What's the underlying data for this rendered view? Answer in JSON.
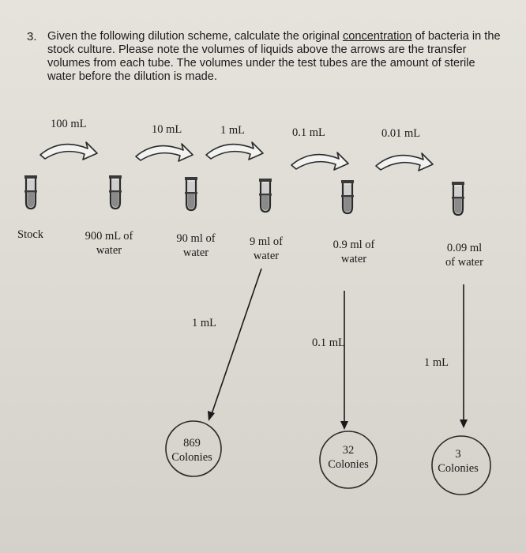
{
  "question": {
    "number": "3.",
    "text_before": "Given the following dilution scheme, calculate the original ",
    "underlined": "concentration",
    "text_after": " of bacteria in the stock culture. Please note the volumes of liquids above the arrows are the transfer volumes from each tube. The volumes under the test tubes are the amount of sterile water before the dilution is made."
  },
  "transfers": [
    "100 mL",
    "10 mL",
    "1 mL",
    "0.1 mL",
    "0.01 mL"
  ],
  "tubes": {
    "stock": "Stock",
    "t1": [
      "900 mL of",
      "water"
    ],
    "t2": [
      "90 ml of",
      "water"
    ],
    "t3": [
      "9 ml of",
      "water"
    ],
    "t4": [
      "0.9 ml of",
      "water"
    ],
    "t5": [
      "0.09 ml",
      "of water"
    ]
  },
  "platings": [
    {
      "volume": "1 mL",
      "count": "869",
      "unit": "Colonies"
    },
    {
      "volume": "0.1 mL",
      "count": "32",
      "unit": "Colonies"
    },
    {
      "volume": "1 mL",
      "count": "3",
      "unit": "Colonies"
    }
  ]
}
